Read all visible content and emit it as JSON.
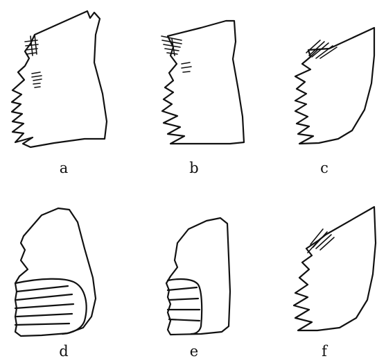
{
  "panels": [
    {
      "label": "a"
    },
    {
      "label": "b"
    },
    {
      "label": "c"
    },
    {
      "label": "d"
    },
    {
      "label": "e"
    },
    {
      "label": "f"
    }
  ],
  "colors": {
    "ink": "#111111",
    "background": "#ffffff"
  }
}
